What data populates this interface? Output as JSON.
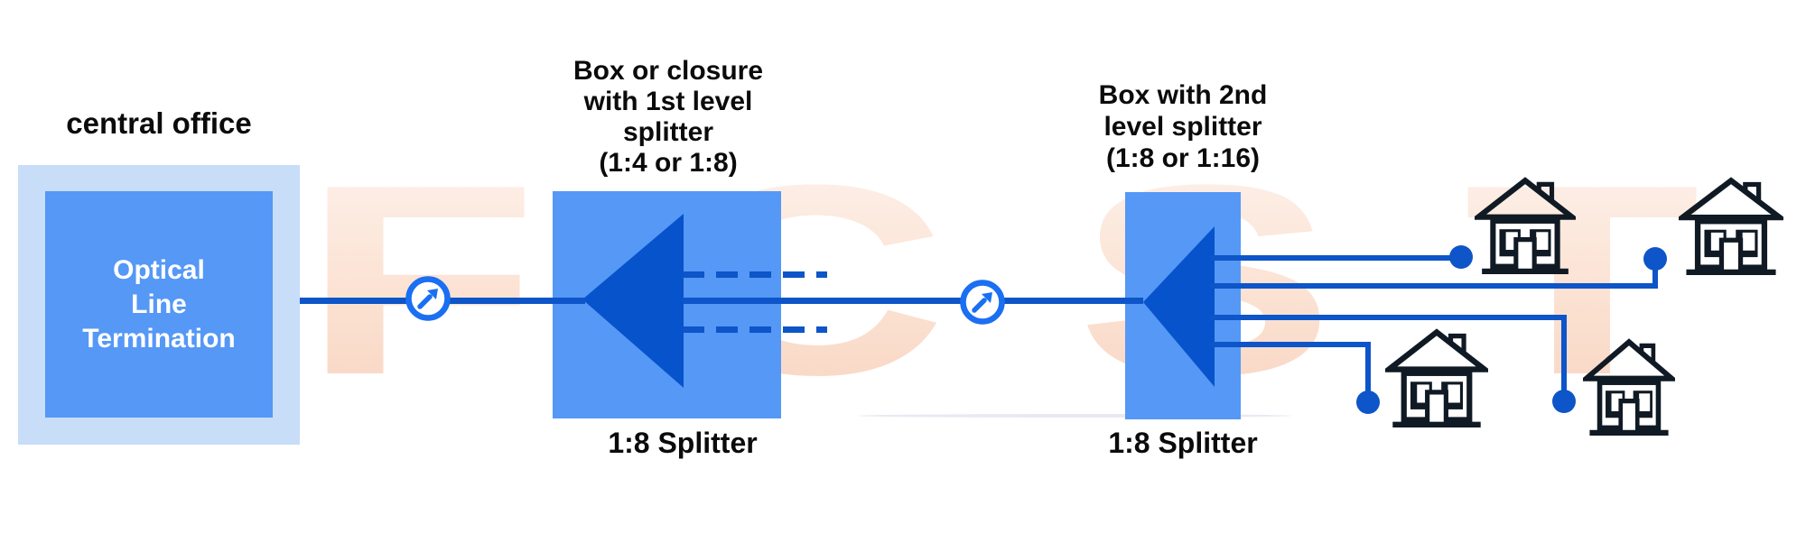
{
  "watermark": {
    "text": "FCST",
    "color": "#fbe2d2"
  },
  "central_office": {
    "label": "central office",
    "device_label": "Optical\nLine\nTermination"
  },
  "splitter1": {
    "title": "Box or closure\nwith 1st level\nsplitter\n(1:4 or 1:8)",
    "caption": "1:8 Splitter"
  },
  "splitter2": {
    "title": "Box with 2nd\nlevel splitter\n(1:8 or 1:16)",
    "caption": "1:8 Splitter"
  },
  "icons": {
    "connector": "circle-arrow-connector-icon",
    "splitter": "splitter-triangle-icon",
    "terminal": "drop-terminal-dot",
    "subscriber": "house-icon"
  },
  "colors": {
    "box_fill": "#5598f6",
    "office_outer_fill": "#c7ddf8",
    "splitter_triangle": "#0653cb",
    "fiber_line": "#0d55c8",
    "connector_ring": "#1a6ff2",
    "house_ink": "#101a24",
    "text": "#0b0b0b",
    "watermark_peach": "#fbe2d2"
  },
  "counts": {
    "houses": "4",
    "first_level_drops": "3",
    "second_level_drops": "4"
  }
}
